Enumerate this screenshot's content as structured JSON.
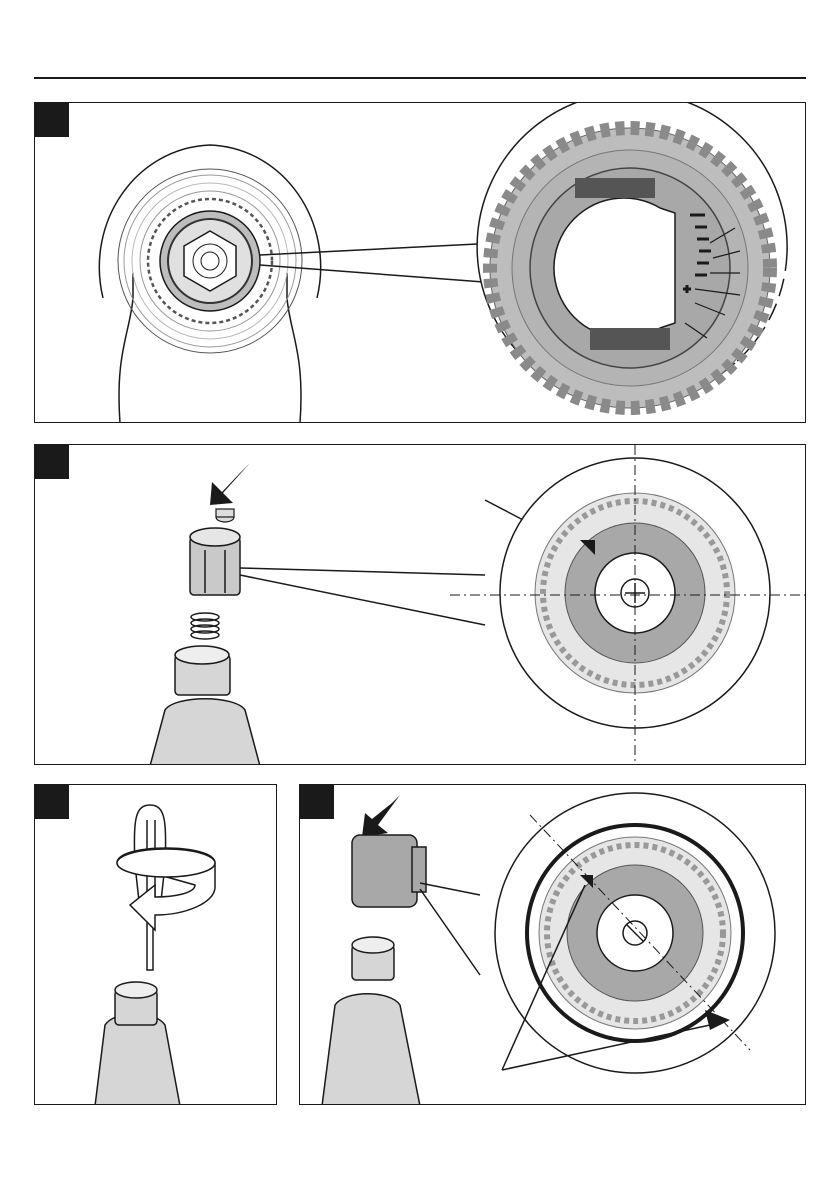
{
  "page": {
    "background": "#ffffff",
    "ink": "#1a1a1a",
    "part_gray": "#a8a8a8",
    "dark_gray": "#6e6e6e"
  },
  "panels": [
    {
      "id": "step-1",
      "badge": "",
      "icons": [
        "faucet-head-icon",
        "cartridge-ring-icon",
        "magnified-scale-icon"
      ]
    },
    {
      "id": "step-2",
      "badge": "",
      "icons": [
        "press-arrow-icon",
        "screw-icon",
        "limiter-cap-icon",
        "spring-icon",
        "cartridge-stem-icon",
        "magnified-alignment-icon"
      ]
    },
    {
      "id": "step-3",
      "badge": "",
      "icons": [
        "screwdriver-icon",
        "rotate-arrow-icon",
        "cartridge-stem-icon"
      ]
    },
    {
      "id": "step-4",
      "badge": "",
      "icons": [
        "press-arrow-icon",
        "cover-cap-icon",
        "cartridge-stem-icon",
        "magnified-installed-icon"
      ]
    }
  ]
}
